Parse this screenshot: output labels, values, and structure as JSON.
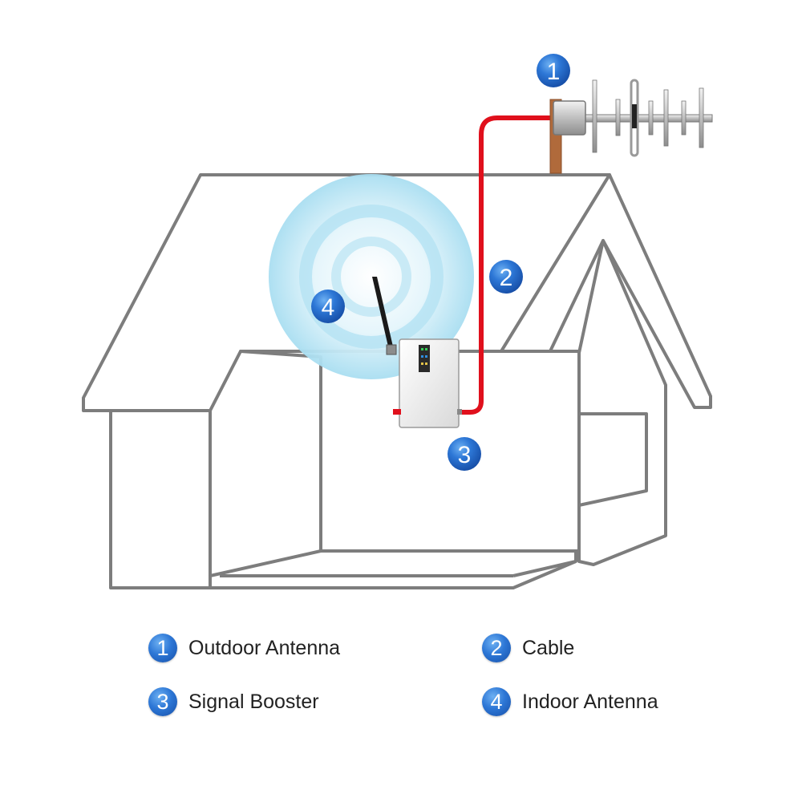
{
  "colors": {
    "house_stroke": "#7d7d7d",
    "cable": "#e0101c",
    "badge": "#2d77d6",
    "signal_wave": "#8fd3ec",
    "mast": "#b06a3b"
  },
  "markers": [
    {
      "number": "1",
      "target": "outdoor-antenna"
    },
    {
      "number": "2",
      "target": "cable"
    },
    {
      "number": "3",
      "target": "signal-booster"
    },
    {
      "number": "4",
      "target": "indoor-antenna"
    }
  ],
  "legend": [
    {
      "number": "1",
      "label": "Outdoor Antenna"
    },
    {
      "number": "2",
      "label": "Cable"
    },
    {
      "number": "3",
      "label": "Signal Booster"
    },
    {
      "number": "4",
      "label": "Indoor Antenna"
    }
  ]
}
